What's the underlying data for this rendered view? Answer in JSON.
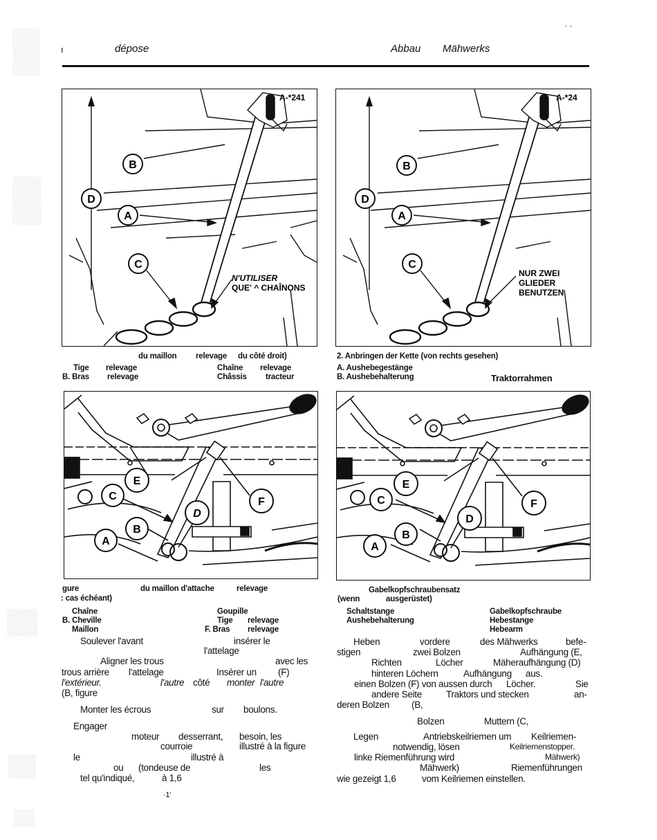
{
  "header": {
    "left_title": "dépose",
    "right_title_1": "Abbau",
    "right_title_2": "Mähwerks",
    "corner_mark": "· ·",
    "left_tick": "ı"
  },
  "figure1_fr": {
    "part_tag": "A-*241",
    "callouts": [
      "B",
      "D",
      "A",
      "C"
    ],
    "note_line1": "N'UTILISER",
    "note_line2": "QUE' ^ CHAÎNONS"
  },
  "figure1_de": {
    "part_tag": "A-*24",
    "callouts": [
      "B",
      "D",
      "A",
      "C"
    ],
    "note_line1": "NUR ZWEI",
    "note_line2": "GLIEDER",
    "note_line3": "BENUTZEN"
  },
  "caption1_fr": {
    "title_a": "du maillon",
    "title_b": "relevage",
    "title_c": "du côté droit)",
    "row1_a": "Tige",
    "row1_b": "relevage",
    "row1_c": "Chaîne",
    "row1_d": "relevage",
    "row2_a": "B. Bras",
    "row2_b": "relevage",
    "row2_c": "Châssis",
    "row2_d": "tracteur"
  },
  "caption1_de": {
    "title": "2. Anbringen der Kette (von rechts gesehen)",
    "row1": "A. Aushebegestänge",
    "row2": "B. Aushebehalterung",
    "row2_right": "Traktorrahmen"
  },
  "figure2": {
    "callouts": [
      "E",
      "F",
      "C",
      "D",
      "B",
      "A"
    ]
  },
  "caption2_fr": {
    "t1": "gure",
    "t2": "du maillon d'attache",
    "t3": "relevage",
    "t4": ": cas échéant)",
    "l1": "Chaîne",
    "l1r": "Goupille",
    "l2": "B. Cheville",
    "l2r1": "Tige",
    "l2r2": "relevage",
    "l3": "Maillon",
    "l3r1": "F. Bras",
    "l3r2": "relevage"
  },
  "caption2_de": {
    "t1": "Gabelkopfschraubensatz",
    "t2": "(wenn",
    "t3": "ausgerüstet)",
    "l1": "Schaltstange",
    "l1r": "Gabelkopfschraube",
    "l2": "Aushebehalterung",
    "l2r": "Hebestange",
    "l3r": "Hebearm"
  },
  "body_fr": {
    "p1a": "Soulever l'avant",
    "p1b": "insérer le",
    "p1c": "l'attelage",
    "p2a": "Aligner les trous",
    "p2b": "avec les",
    "p2c": "trous arrière",
    "p2d": "l'attelage",
    "p2e": "Insérer un",
    "p2f": "(F)",
    "p2g": "l'extérieur.",
    "p2h": "l'autre",
    "p2i": "côté",
    "p2j": "monter",
    "p2k": "l'autre",
    "p2l": "(B, figure",
    "p3a": "Monter les écrous",
    "p3b": "sur",
    "p3c": "boulons.",
    "p4a": "Engager",
    "p4b": "moteur",
    "p4c": "desserrant,",
    "p4d": "besoin, les",
    "p4e": "courroie",
    "p4f": "illustré à la figure",
    "p4g": "le",
    "p4h": "illustré à",
    "p4i": "ou",
    "p4j": "(tondeuse de",
    "p4k": "les",
    "p4l": "tel qu'indiqué,",
    "p4m": "à 1,6",
    "footer_mark": "·1'"
  },
  "body_de": {
    "p1a": "Heben",
    "p1b": "vordere",
    "p1c": "des Mähwerks",
    "p1d": "befe-",
    "p1e": "stigen",
    "p1f": "zwei Bolzen",
    "p1g": "Aufhängung (E,",
    "p2a": "Richten",
    "p2b": "Löcher",
    "p2c": "Mäheraufhängung (D)",
    "p2d": "hinteren Löchern",
    "p2e": "Aufhängung",
    "p2f": "aus.",
    "p2g": "einen Bolzen (F) von aussen durch",
    "p2h": "Löcher.",
    "p2i": "Sie",
    "p2j": "andere Seite",
    "p2k": "Traktors und stecken",
    "p2l": "an-",
    "p2m": "deren Bolzen",
    "p2n": "(B,",
    "p3a": "Bolzen",
    "p3b": "Muttern (C,",
    "p4a": "Legen",
    "p4b": "Antriebskeilriemen um",
    "p4c": "Keilriemen-",
    "p4d": "notwendig, lösen",
    "p4e": "Keilriemenstopper.",
    "p4f": "linke Riemenführung wird",
    "p4g": "Mähwerk)",
    "p4h": "Mähwerk)",
    "p4i": "Riemenführungen",
    "p4j": "wie gezeigt 1,6",
    "p4k": "vom Keilriemen einstellen."
  }
}
